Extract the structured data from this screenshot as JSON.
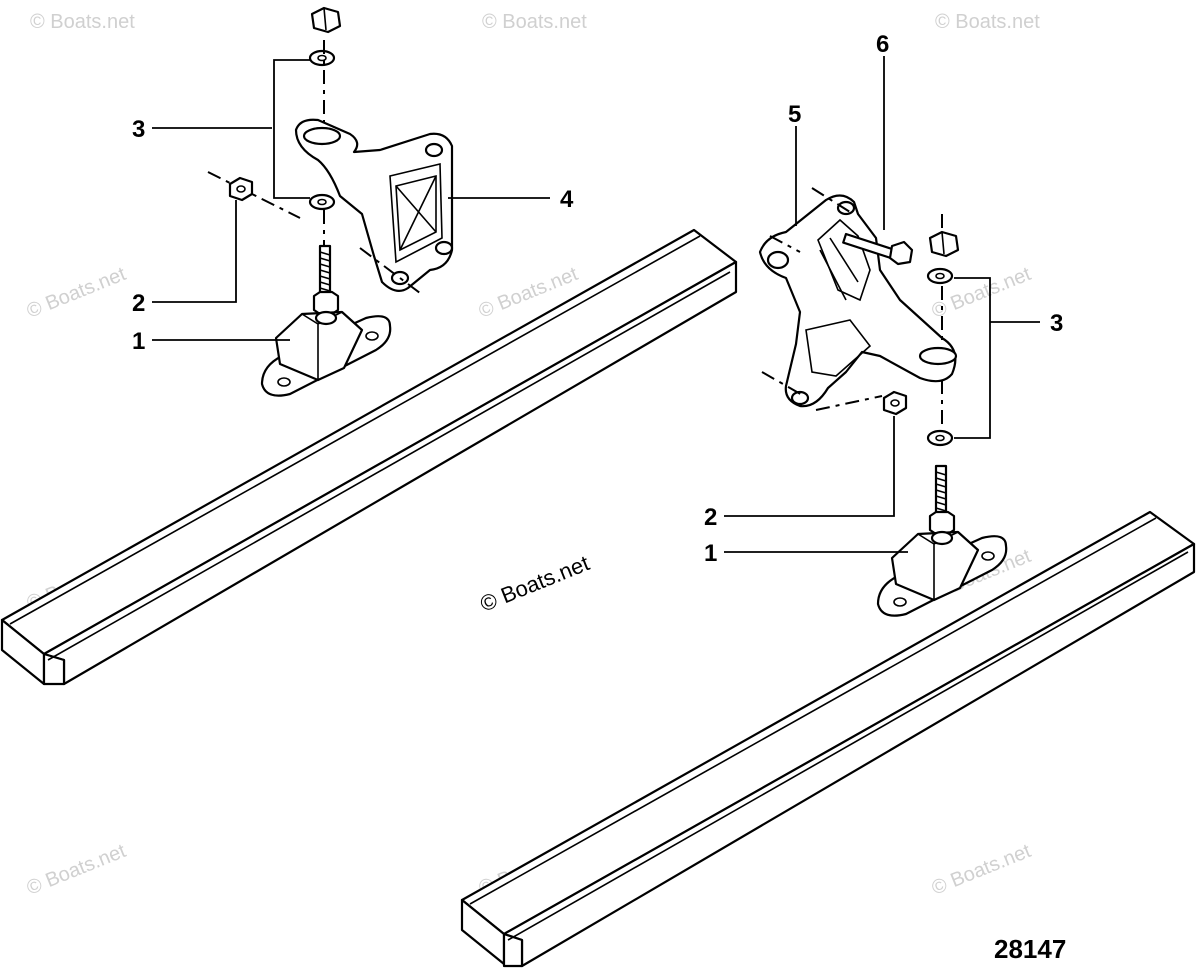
{
  "watermark": "© Boats.net",
  "reference_number": "28147",
  "callouts": {
    "left_1": "1",
    "left_2": "2",
    "left_3": "3",
    "left_4": "4",
    "right_1": "1",
    "right_2": "2",
    "right_3": "3",
    "right_5": "5",
    "right_6": "6"
  }
}
